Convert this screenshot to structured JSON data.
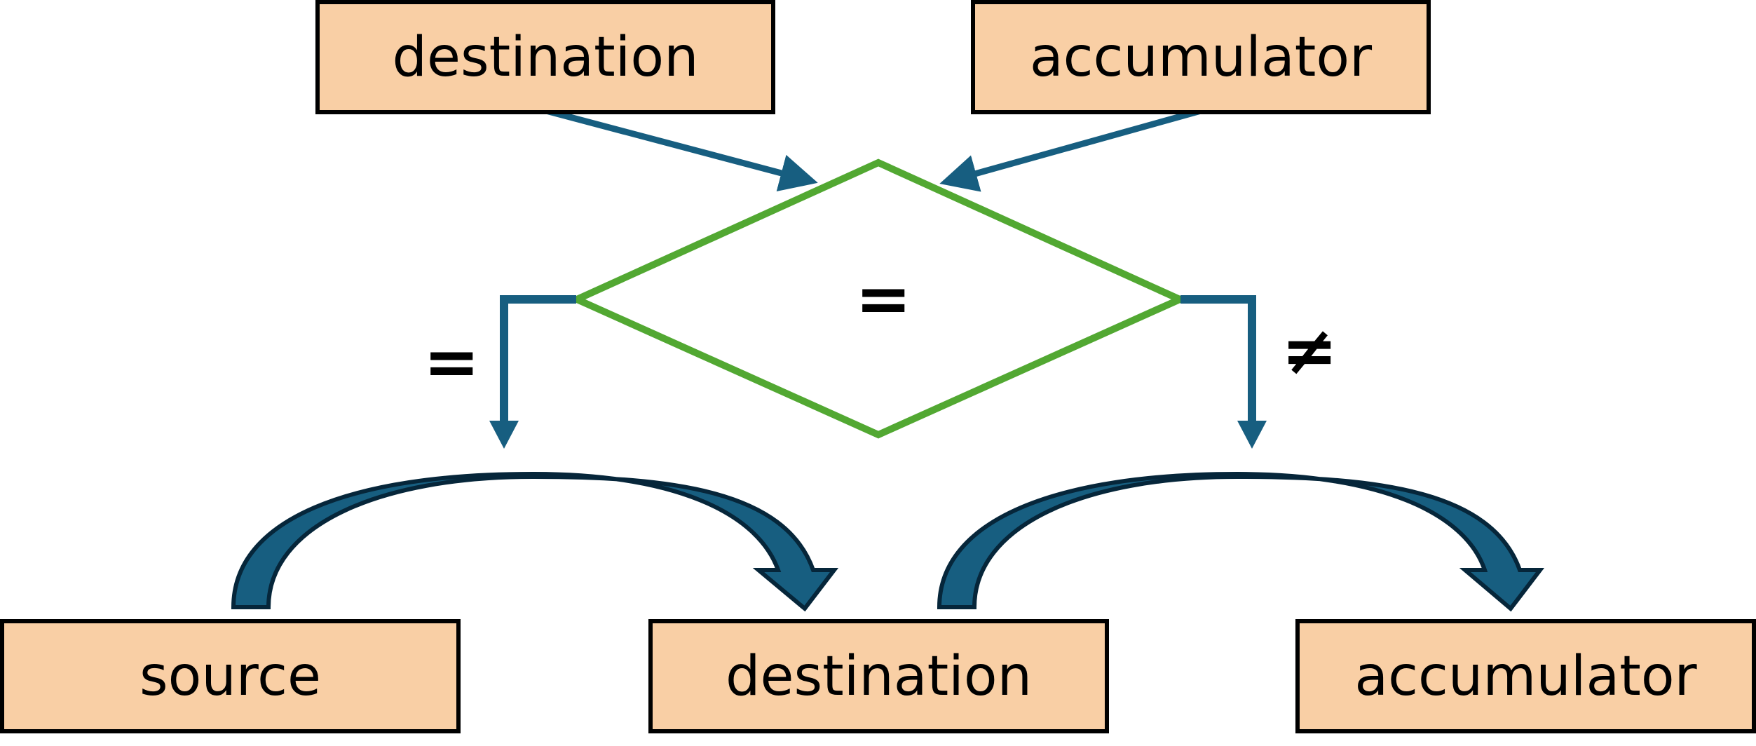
{
  "colors": {
    "box_fill": "#f9cfa5",
    "box_border": "#000000",
    "arrow_blue": "#175e80",
    "curve_dark": "#14496a",
    "curve_outline": "#06263a",
    "diamond_green": "#52a832"
  },
  "inputs": {
    "top_left": {
      "label": "destination"
    },
    "top_right": {
      "label": "accumulator"
    }
  },
  "decision": {
    "operator": "=",
    "branch_equal_label": "=",
    "branch_not_equal_label": "≠"
  },
  "outputs": {
    "bottom_left": {
      "label": "source"
    },
    "bottom_middle": {
      "label": "destination"
    },
    "bottom_right": {
      "label": "accumulator"
    }
  }
}
